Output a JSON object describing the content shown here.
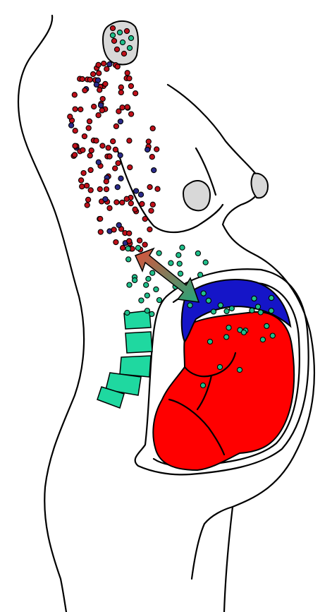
{
  "figure": {
    "colors": {
      "outline": "#000000",
      "maternal_cell": "#c0101a",
      "maternal_cell_alt": "#2a2a8a",
      "fetal_cell": "#1fbf8a",
      "fetus": "#ff0000",
      "placenta": "#1515c8",
      "spine": "#1fd8a0",
      "thymus": "#d8d8d8",
      "breast": "#d8d8d8",
      "arrow_maternal_end": "#e0503a",
      "arrow_fetal_end": "#20a87a"
    },
    "icons": [
      "thymus-shape",
      "spine-vertebrae",
      "placenta-shape",
      "fetus-shape",
      "bidirectional-arrow-icon"
    ]
  }
}
